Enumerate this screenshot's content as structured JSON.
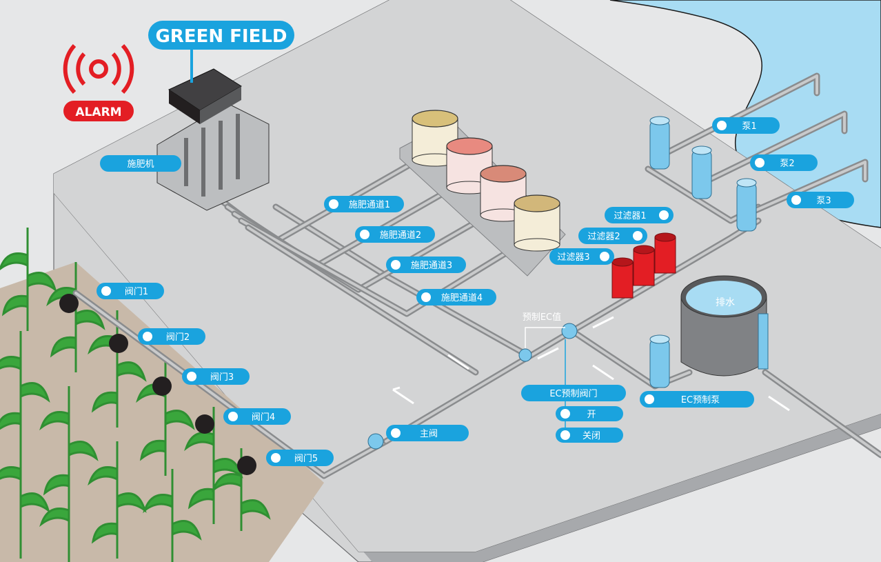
{
  "header": {
    "brand": "GREEN FIELD",
    "alarm": "ALARM"
  },
  "labels": {
    "fertilizer_machine": "施肥机",
    "channel1": "施肥通道1",
    "channel2": "施肥通道2",
    "channel3": "施肥通道3",
    "channel4": "施肥通道4",
    "valve1": "阀门1",
    "valve2": "阀门2",
    "valve3": "阀门3",
    "valve4": "阀门4",
    "valve5": "阀门5",
    "main_valve": "主阀",
    "pump1": "泵1",
    "pump2": "泵2",
    "pump3": "泵3",
    "filter1": "过滤器1",
    "filter2": "过滤器2",
    "filter3": "过滤器3",
    "drain": "排水",
    "ec_preset": "预制EC值",
    "ec_valve": "EC预制阀门",
    "ec_pump": "EC预制泵",
    "open": "开",
    "close": "关闭"
  },
  "colors": {
    "accent": "#1aa3de",
    "alarm": "#e31e24",
    "water": "#a8dcf3",
    "ground": "#d3d4d5",
    "soil": "#c8b9a9",
    "pipe": "#8a8c8e",
    "filter": "#e31e24",
    "tank_tan": "#d8c07a",
    "tank_rose": "#e88a80",
    "tank_salmon": "#d88a78",
    "tank_sand": "#d2b77a",
    "corn": "#3aa63c"
  }
}
